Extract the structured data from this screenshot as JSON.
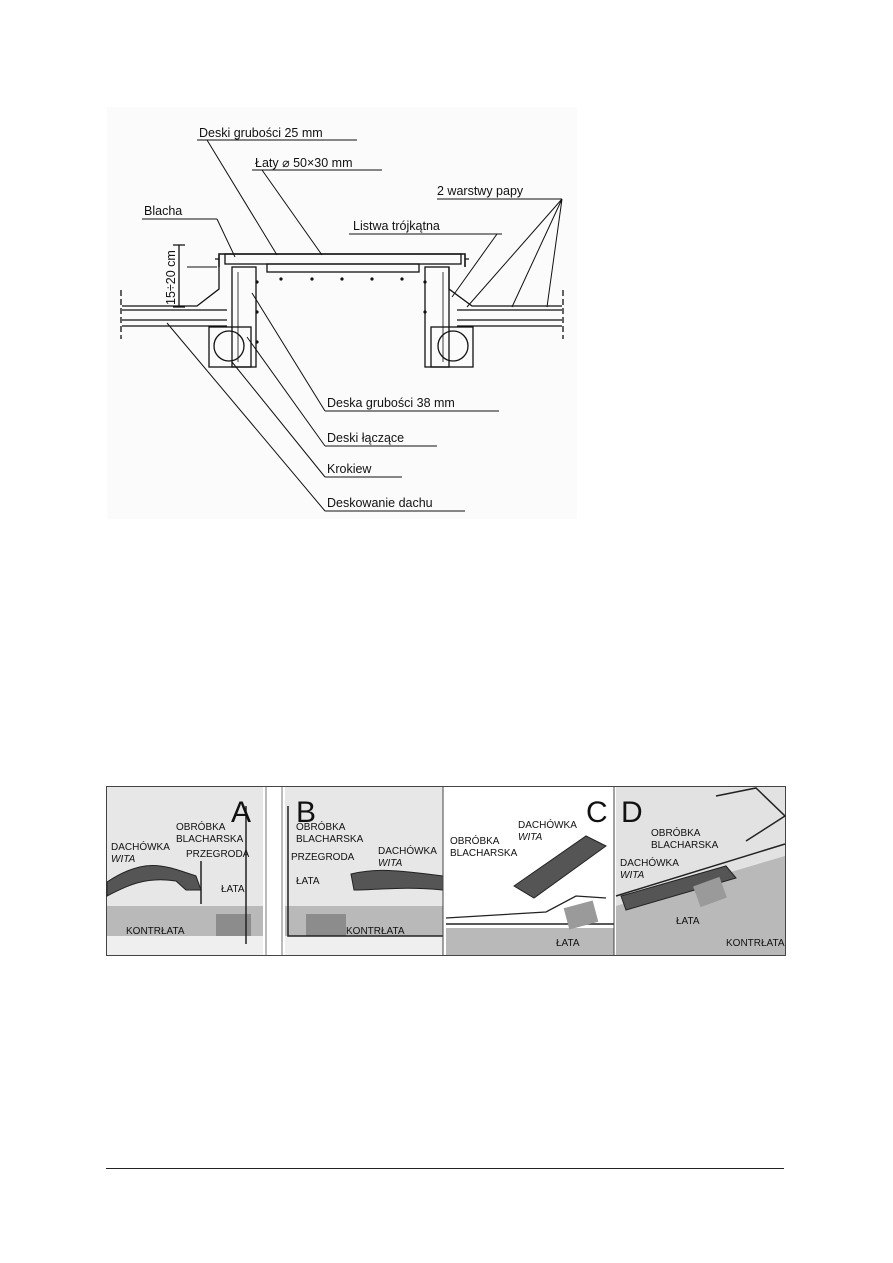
{
  "top_diagram": {
    "labels": {
      "deski25": "Deski grubości 25 mm",
      "laty": "Łaty ⌀ 50×30 mm",
      "papa": "2 warstwy papy",
      "blacha": "Blacha",
      "listwa": "Listwa trójkątna",
      "wymiar": "15÷20 cm",
      "deska38": "Deska grubości 38 mm",
      "laczace": "Deski łączące",
      "krokiew": "Krokiew",
      "deskowanie": "Deskowanie dachu"
    }
  },
  "bottom_panels": [
    {
      "letter": "A",
      "dachowka": "DACHÓWKA",
      "wita": "WITA",
      "obrobka1": "OBRÓBKA",
      "obrobka2": "BLACHARSKA",
      "przegroda": "PRZEGRODA",
      "lata": "ŁATA",
      "kontrlata": "KONTRŁATA"
    },
    {
      "letter": "B",
      "dachowka": "DACHÓWKA",
      "wita": "WITA",
      "obrobka1": "OBRÓBKA",
      "obrobka2": "BLACHARSKA",
      "przegroda": "PRZEGRODA",
      "lata": "ŁATA",
      "kontrlata": "KONTRŁATA"
    },
    {
      "letter": "C",
      "dachowka": "DACHÓWKA",
      "wita": "WITA",
      "obrobka1": "OBRÓBKA",
      "obrobka2": "BLACHARSKA",
      "lata": "ŁATA"
    },
    {
      "letter": "D",
      "dachowka": "DACHÓWKA",
      "wita": "WITA",
      "obrobka1": "OBRÓBKA",
      "obrobka2": "BLACHARSKA",
      "lata": "ŁATA",
      "kontrlata": "KONTRŁATA"
    }
  ]
}
